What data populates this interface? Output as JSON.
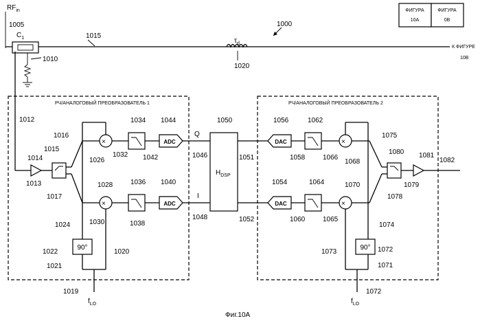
{
  "figure": {
    "id": "1000",
    "caption": "Фиг.10А",
    "input_label": "RF",
    "input_sub": "in",
    "lo_label": "f",
    "lo_sub": "LO",
    "delay_label": "τ",
    "delay_sub": "d",
    "hdsp_label": "H",
    "hdsp_sub": "DSP",
    "to_figure_line1": "К ФИГУРЕ",
    "to_figure_line2": "10В",
    "coupler_label": "C",
    "coupler_sub": "1",
    "q_label": "Q",
    "i_label": "I"
  },
  "figure_index": [
    {
      "line1": "ФИГУРА",
      "line2": "10А"
    },
    {
      "line1": "ФИГУРА",
      "line2": "0В"
    }
  ],
  "converters": {
    "left_title": "РЧ/АНАЛОГОВЫЙ ПРЕОБРАЗОВАТЕЛЬ 1",
    "right_title": "РЧ/АНАЛОГОВЫЙ ПРЕОБРАЗОВАТЕЛЬ 2"
  },
  "blocks": {
    "adc": "ADC",
    "dac": "DAC",
    "phase": "90°"
  },
  "refs": {
    "r1005": "1005",
    "r1010": "1010",
    "r1015": "1015",
    "r1020": "1020",
    "r1012": "1012",
    "r1013": "1013",
    "r1014": "1014",
    "r1015b": "1015",
    "r1016": "1016",
    "r1017": "1017",
    "r1024": "1024",
    "r1022": "1022",
    "r1021": "1021",
    "r1020b": "1020",
    "r1019": "1019",
    "r1026": "1026",
    "r1028": "1028",
    "r1030": "1030",
    "r1032": "1032",
    "r1034": "1034",
    "r1036": "1036",
    "r1038": "1038",
    "r1040": "1040",
    "r1042": "1042",
    "r1044": "1044",
    "r1046": "1046",
    "r1048": "1048",
    "r1050": "1050",
    "r1051": "1051",
    "r1052": "1052",
    "r1054": "1054",
    "r1056": "1056",
    "r1058": "1058",
    "r1060": "1060",
    "r1062": "1062",
    "r1064": "1064",
    "r1065": "1065",
    "r1066": "1066",
    "r1068": "1068",
    "r1070": "1070",
    "r1071": "1071",
    "r1072": "1072",
    "r1072b": "1072",
    "r1073": "1073",
    "r1074": "1074",
    "r1075": "1075",
    "r1078": "1078",
    "r1079": "1079",
    "r1080": "1080",
    "r1081": "1081",
    "r1082": "1082"
  }
}
